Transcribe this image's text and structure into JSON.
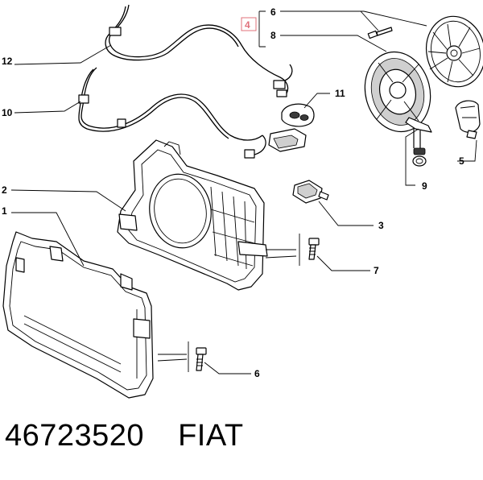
{
  "callouts": {
    "c1": "1",
    "c2": "2",
    "c3": "3",
    "c4": "4",
    "c5": "5",
    "c6a": "6",
    "c6b": "6",
    "c7": "7",
    "c8": "8",
    "c9": "9",
    "c10": "10",
    "c11": "11",
    "c12": "12"
  },
  "caption": {
    "part_number": "46723520",
    "brand": "FIAT"
  },
  "colors": {
    "highlight": "#e0707a",
    "line": "#000000",
    "background": "#ffffff"
  }
}
